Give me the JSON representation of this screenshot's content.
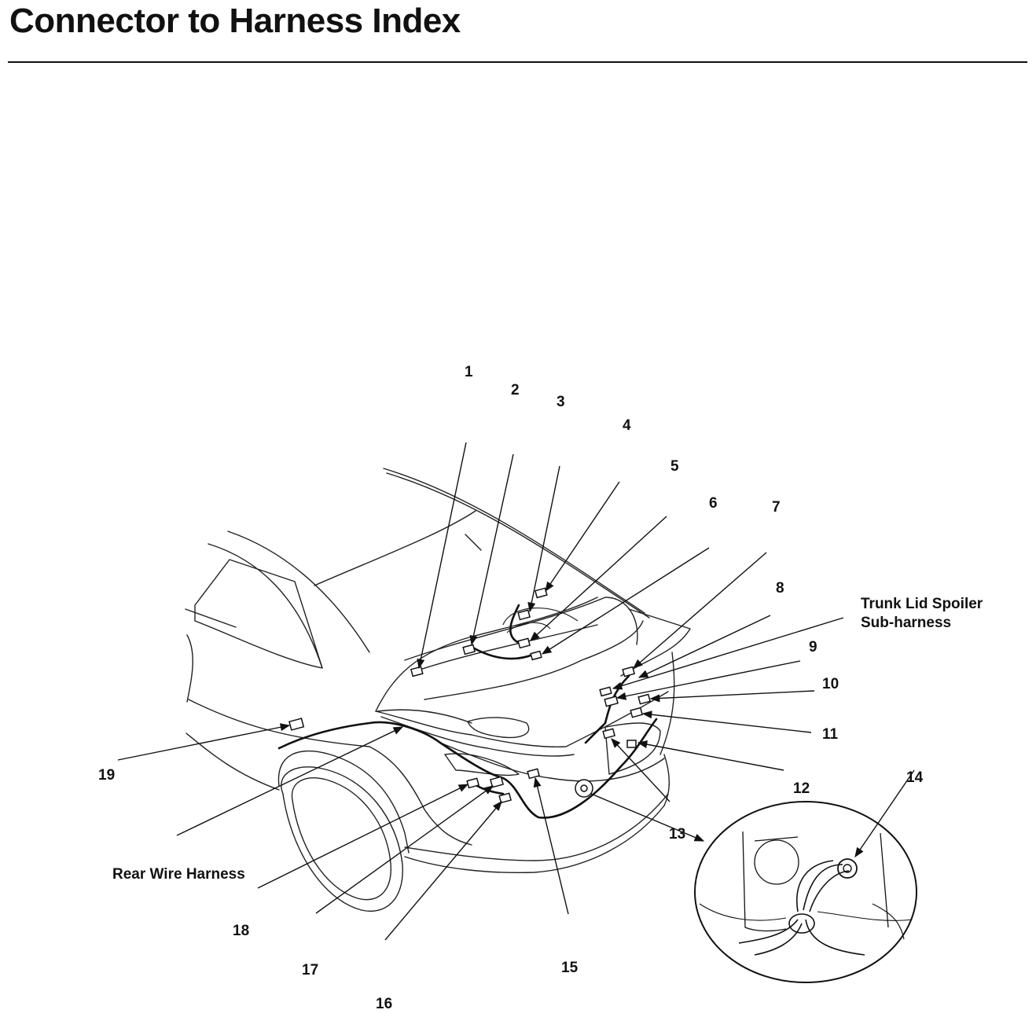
{
  "header": {
    "title": "Connector to Harness Index"
  },
  "callouts": [
    "1",
    "2",
    "3",
    "4",
    "5",
    "6",
    "7",
    "8",
    "9",
    "10",
    "11",
    "12",
    "13",
    "14",
    "15",
    "16",
    "17",
    "18",
    "19"
  ],
  "harness_labels": {
    "spoiler_line1": "Trunk Lid Spoiler",
    "spoiler_line2": "Sub-harness",
    "rear": "Rear Wire Harness"
  },
  "colors": {
    "ink": "#111111",
    "background": "#ffffff"
  }
}
